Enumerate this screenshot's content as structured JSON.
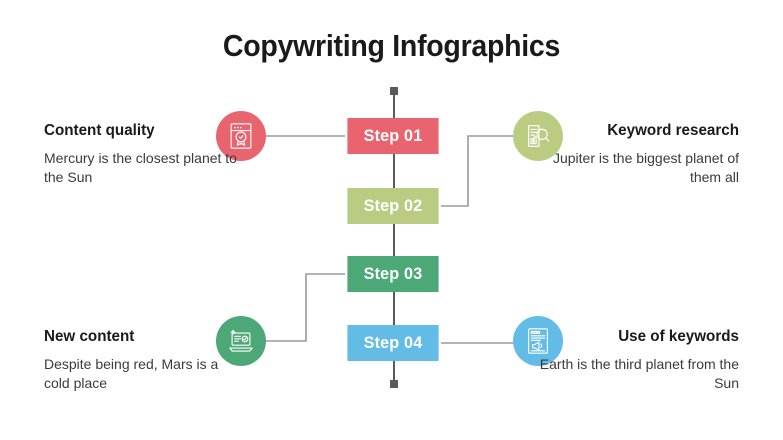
{
  "title": "Copywriting Infographics",
  "colors": {
    "red": "#E8646E",
    "olive": "#BACC82",
    "green": "#4CA877",
    "blue": "#63BCE5",
    "connector_line": "#9a9a9a",
    "spine_line": "#5a5a5a",
    "heading_text": "#1a1a1a",
    "body_text": "#3b3b3b",
    "background": "#ffffff"
  },
  "steps": [
    {
      "label": "Step 01",
      "color": "#E8646E"
    },
    {
      "label": "Step 02",
      "color": "#BACC82"
    },
    {
      "label": "Step 03",
      "color": "#4CA877"
    },
    {
      "label": "Step 04",
      "color": "#63BCE5"
    }
  ],
  "items": [
    {
      "heading": "Content quality",
      "body": "Mercury is the closest planet to the Sun",
      "icon": "certificate-award-icon",
      "color": "#E8646E",
      "side": "left"
    },
    {
      "heading": "Keyword research",
      "body": "Jupiter is the biggest planet of them all",
      "icon": "document-magnifier-icon",
      "color": "#BACC82",
      "side": "right"
    },
    {
      "heading": "New content",
      "body": "Despite being red, Mars is a cold place",
      "icon": "laptop-content-icon",
      "color": "#4CA877",
      "side": "left"
    },
    {
      "heading": "Use of keywords",
      "body": "Earth is the third planet from the Sun",
      "icon": "document-megaphone-icon",
      "color": "#63BCE5",
      "side": "right"
    }
  ]
}
